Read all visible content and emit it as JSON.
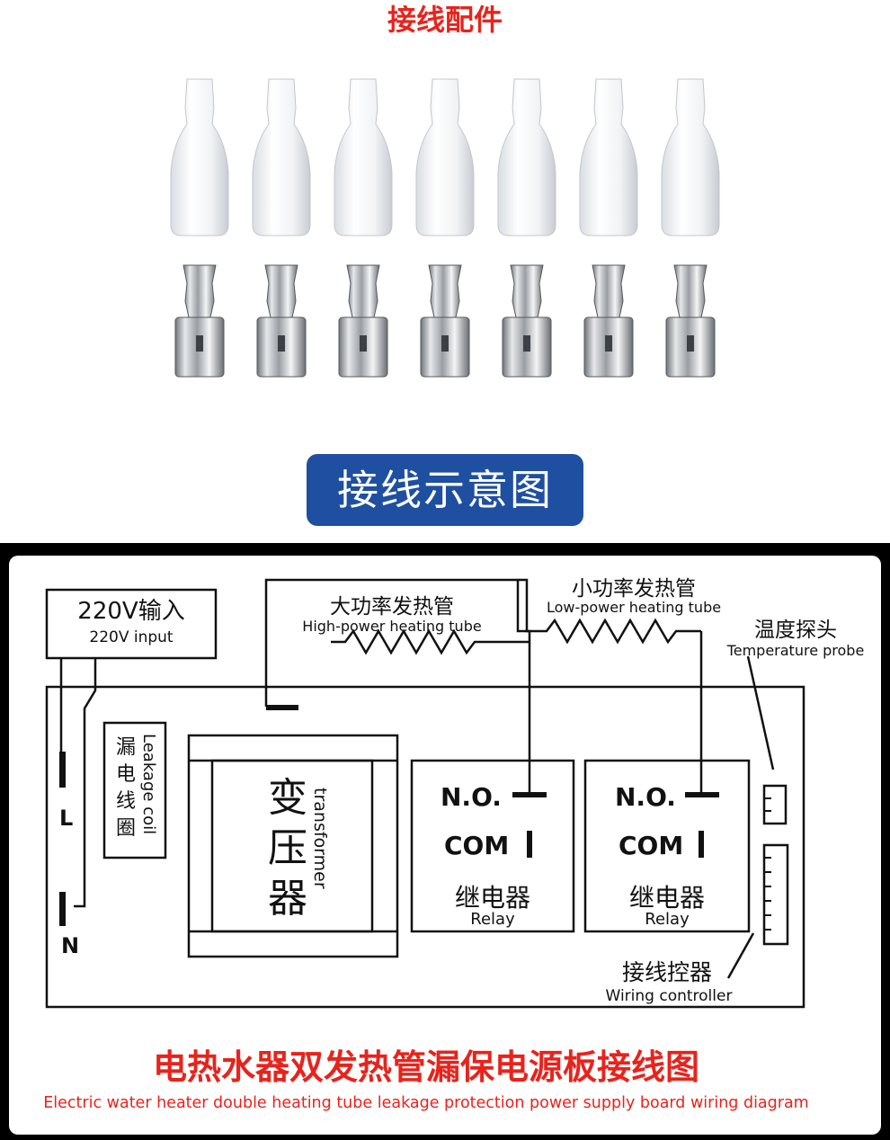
{
  "page": {
    "title": "接线配件",
    "banner": "接线示意图"
  },
  "parts": {
    "sleeve_count": 7,
    "terminal_count": 7,
    "sleeve_icon": "insulating-sleeve-icon",
    "terminal_icon": "crimp-terminal-icon"
  },
  "diagram": {
    "input_cn": "220V输入",
    "input_en": "220V input",
    "high_heater_cn": "大功率发热管",
    "high_heater_en": "High-power heating tube",
    "low_heater_cn": "小功率发热管",
    "low_heater_en": "Low-power heating tube",
    "probe_cn": "温度探头",
    "probe_en": "Temperature probe",
    "leak_c1": "漏",
    "leak_c2": "电",
    "leak_c3": "线",
    "leak_c4": "圈",
    "leak_en": "Leakage coil",
    "transformer_c1": "变",
    "transformer_c2": "压",
    "transformer_c3": "器",
    "transformer_en": "transformer",
    "relay1_no": "N.O.",
    "relay1_com": "COM",
    "relay1_cn": "继电器",
    "relay1_en": "Relay",
    "relay2_no": "N.O.",
    "relay2_com": "COM",
    "relay2_cn": "继电器",
    "relay2_en": "Relay",
    "terminal_l": "L",
    "terminal_n": "N",
    "controller_cn": "接线控器",
    "controller_en": "Wiring controller",
    "footer_cn": "电热水器双发热管漏保电源板接线图",
    "footer_en": "Electric water heater double heating tube leakage protection power supply board wiring diagram"
  },
  "colors": {
    "title_red": "#e8231c",
    "banner_blue": "#1f4fa0",
    "line": "#111111"
  }
}
